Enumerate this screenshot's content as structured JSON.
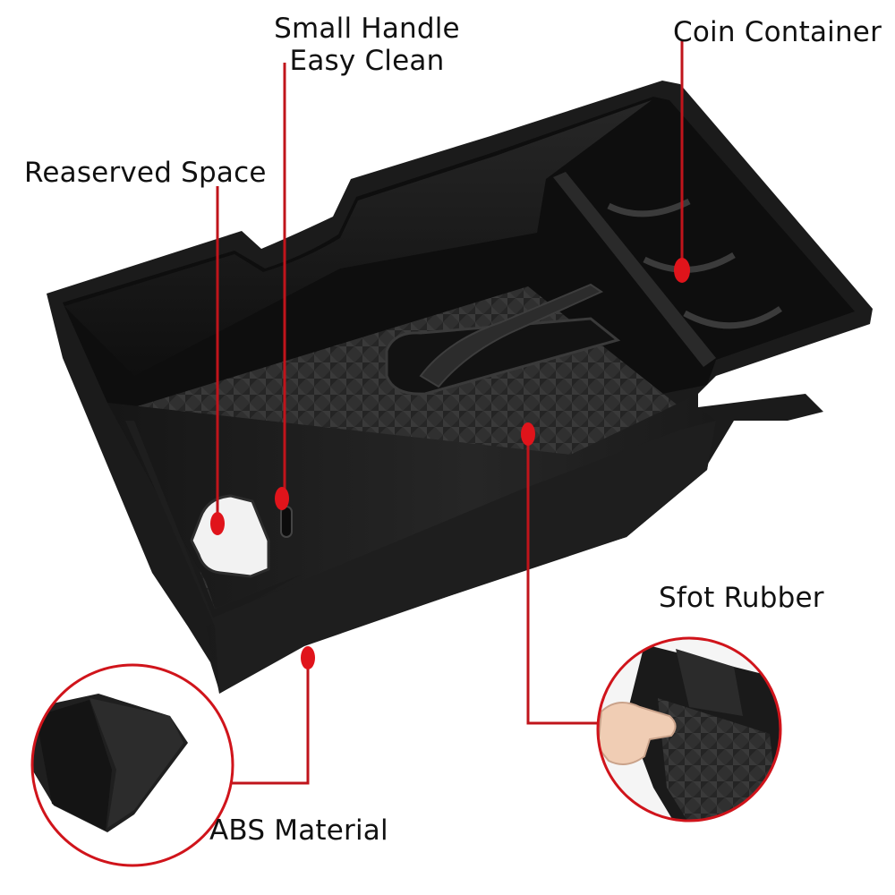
{
  "product_image": {
    "labels": {
      "small_handle_line1": "Small Handle",
      "small_handle_line2": "Easy Clean",
      "coin_container": "Coin Container",
      "reserved_space": "Reaserved Space",
      "soft_rubber": "Sfot Rubber",
      "abs_material": "ABS Material"
    },
    "colors": {
      "callout_red": "#e0141b",
      "tray_body": "#1c1c1c",
      "tray_rim": "#2a2a2a",
      "mat": "#2e2e2e",
      "background": "#ffffff"
    }
  }
}
